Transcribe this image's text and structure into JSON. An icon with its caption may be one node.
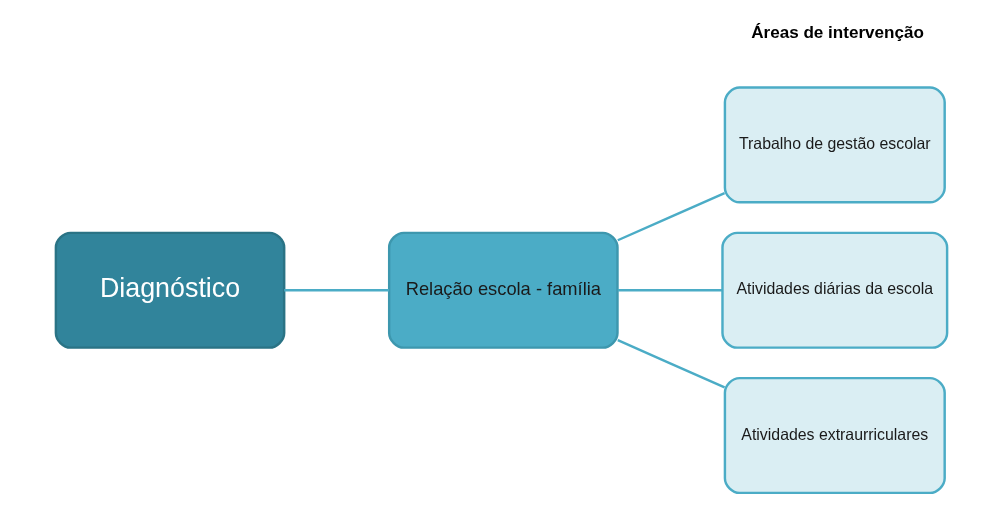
{
  "diagram": {
    "nodes": [
      {
        "text": [
          "Diagnóstico"
        ]
      },
      {
        "text": [
          "Relação escola - família"
        ]
      },
      {
        "text": [
          "Trabalho de gestão escolar"
        ]
      },
      {
        "text": [
          "Atividades diárias da escola"
        ]
      },
      {
        "text": [
          "Atividades extraurriculares"
        ]
      }
    ],
    "edges": [
      {
        "from": 0,
        "to": 1,
        "arrow": "none"
      },
      {
        "from": 1,
        "to": 2,
        "arrow": "none"
      },
      {
        "from": 1,
        "to": 3,
        "arrow": "none"
      },
      {
        "from": 1,
        "to": 4,
        "arrow": "none"
      }
    ],
    "labels": [
      "Áreas de intervenção"
    ]
  }
}
